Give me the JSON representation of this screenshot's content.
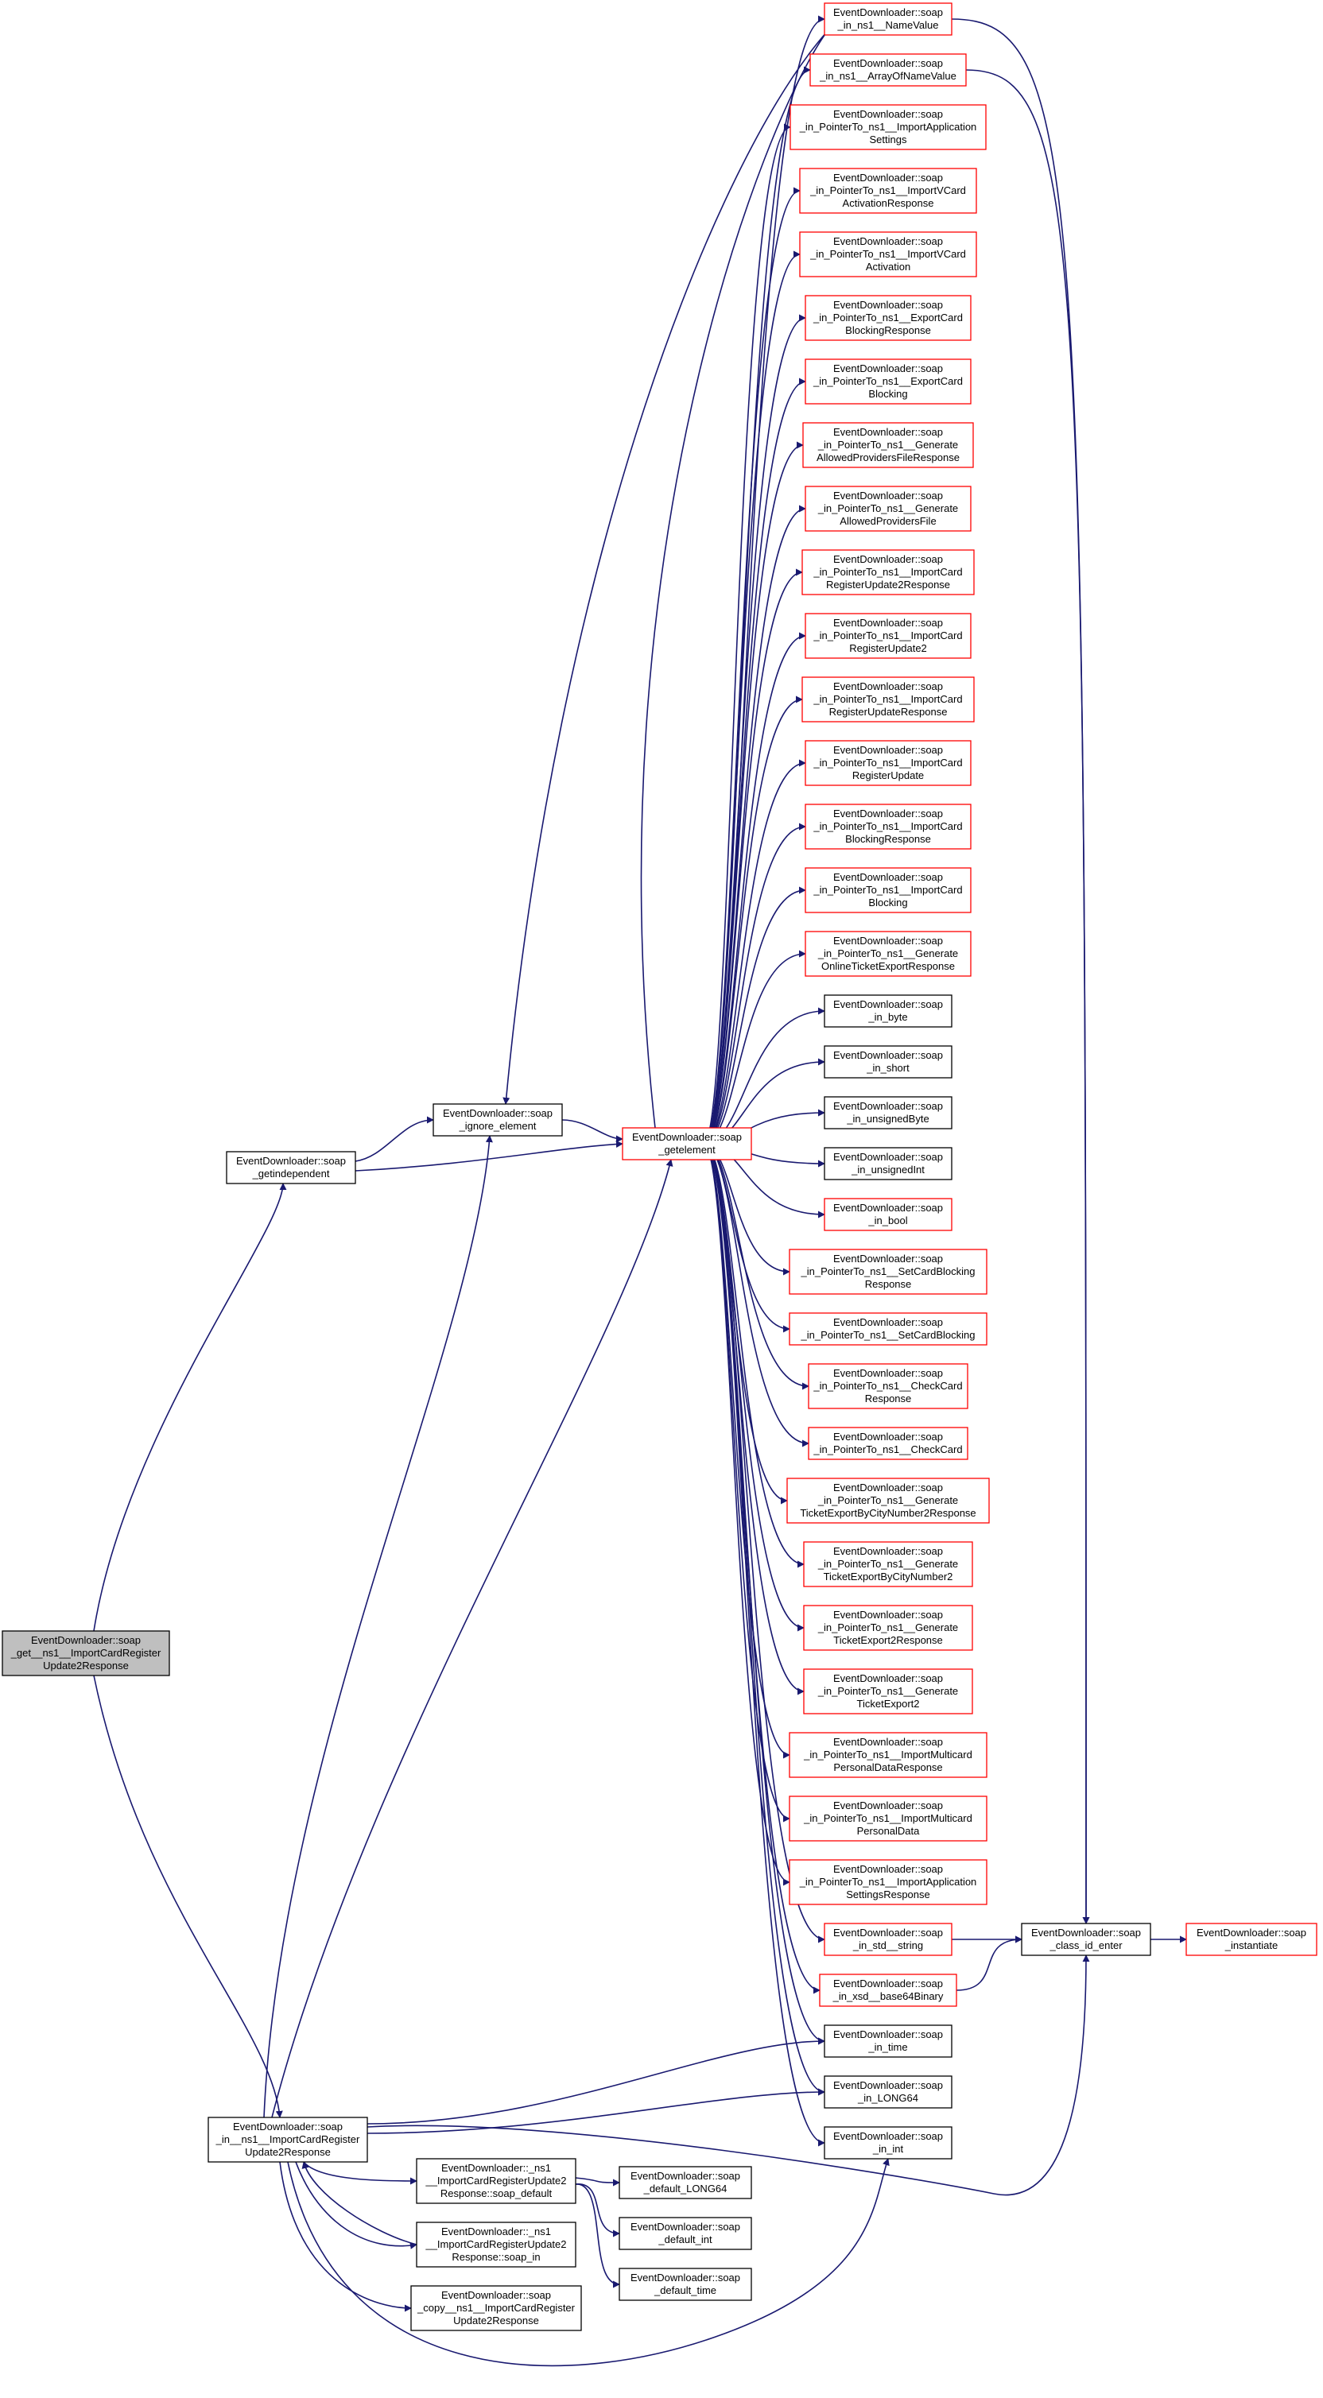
{
  "colors": {
    "edge": "#191970",
    "node_default_border": "#000000",
    "node_truncated_border": "#ff0000",
    "node_focus_fill": "#bfbfbf",
    "node_fill": "#ffffff"
  },
  "nodes": [
    {
      "id": "root",
      "lines": [
        "EventDownloader::soap",
        "_get__ns1__ImportCardRegister",
        "Update2Response"
      ],
      "style": "focus"
    },
    {
      "id": "getindependent",
      "lines": [
        "EventDownloader::soap",
        "_getindependent"
      ],
      "style": "default"
    },
    {
      "id": "ignore",
      "lines": [
        "EventDownloader::soap",
        "_ignore_element"
      ],
      "style": "default"
    },
    {
      "id": "getelement",
      "lines": [
        "EventDownloader::soap",
        "_getelement"
      ],
      "style": "truncated"
    },
    {
      "id": "in_resp",
      "lines": [
        "EventDownloader::soap",
        "_in__ns1__ImportCardRegister",
        "Update2Response"
      ],
      "style": "default"
    },
    {
      "id": "NameValue",
      "lines": [
        "EventDownloader::soap",
        "_in_ns1__NameValue"
      ],
      "style": "truncated"
    },
    {
      "id": "ArrayOfNameValue",
      "lines": [
        "EventDownloader::soap",
        "_in_ns1__ArrayOfNameValue"
      ],
      "style": "truncated"
    },
    {
      "id": "ptrImportAppSettings",
      "lines": [
        "EventDownloader::soap",
        "_in_PointerTo_ns1__ImportApplication",
        "Settings"
      ],
      "style": "truncated"
    },
    {
      "id": "ptrImportVCardActResp",
      "lines": [
        "EventDownloader::soap",
        "_in_PointerTo_ns1__ImportVCard",
        "ActivationResponse"
      ],
      "style": "truncated"
    },
    {
      "id": "ptrImportVCardAct",
      "lines": [
        "EventDownloader::soap",
        "_in_PointerTo_ns1__ImportVCard",
        "Activation"
      ],
      "style": "truncated"
    },
    {
      "id": "ptrExportCardBlockResp",
      "lines": [
        "EventDownloader::soap",
        "_in_PointerTo_ns1__ExportCard",
        "BlockingResponse"
      ],
      "style": "truncated"
    },
    {
      "id": "ptrExportCardBlock",
      "lines": [
        "EventDownloader::soap",
        "_in_PointerTo_ns1__ExportCard",
        "Blocking"
      ],
      "style": "truncated"
    },
    {
      "id": "ptrGenAllowedResp",
      "lines": [
        "EventDownloader::soap",
        "_in_PointerTo_ns1__Generate",
        "AllowedProvidersFileResponse"
      ],
      "style": "truncated"
    },
    {
      "id": "ptrGenAllowed",
      "lines": [
        "EventDownloader::soap",
        "_in_PointerTo_ns1__Generate",
        "AllowedProvidersFile"
      ],
      "style": "truncated"
    },
    {
      "id": "ptrImpCardRegUpd2Resp",
      "lines": [
        "EventDownloader::soap",
        "_in_PointerTo_ns1__ImportCard",
        "RegisterUpdate2Response"
      ],
      "style": "truncated"
    },
    {
      "id": "ptrImpCardRegUpd2",
      "lines": [
        "EventDownloader::soap",
        "_in_PointerTo_ns1__ImportCard",
        "RegisterUpdate2"
      ],
      "style": "truncated"
    },
    {
      "id": "ptrImpCardRegUpdResp",
      "lines": [
        "EventDownloader::soap",
        "_in_PointerTo_ns1__ImportCard",
        "RegisterUpdateResponse"
      ],
      "style": "truncated"
    },
    {
      "id": "ptrImpCardRegUpd",
      "lines": [
        "EventDownloader::soap",
        "_in_PointerTo_ns1__ImportCard",
        "RegisterUpdate"
      ],
      "style": "truncated"
    },
    {
      "id": "ptrImpCardBlockResp",
      "lines": [
        "EventDownloader::soap",
        "_in_PointerTo_ns1__ImportCard",
        "BlockingResponse"
      ],
      "style": "truncated"
    },
    {
      "id": "ptrImpCardBlock",
      "lines": [
        "EventDownloader::soap",
        "_in_PointerTo_ns1__ImportCard",
        "Blocking"
      ],
      "style": "truncated"
    },
    {
      "id": "ptrGenOnlineTicket",
      "lines": [
        "EventDownloader::soap",
        "_in_PointerTo_ns1__Generate",
        "OnlineTicketExportResponse"
      ],
      "style": "truncated"
    },
    {
      "id": "in_byte",
      "lines": [
        "EventDownloader::soap",
        "_in_byte"
      ],
      "style": "default"
    },
    {
      "id": "in_short",
      "lines": [
        "EventDownloader::soap",
        "_in_short"
      ],
      "style": "default"
    },
    {
      "id": "in_unsignedByte",
      "lines": [
        "EventDownloader::soap",
        "_in_unsignedByte"
      ],
      "style": "default"
    },
    {
      "id": "in_unsignedInt",
      "lines": [
        "EventDownloader::soap",
        "_in_unsignedInt"
      ],
      "style": "default"
    },
    {
      "id": "in_bool",
      "lines": [
        "EventDownloader::soap",
        "_in_bool"
      ],
      "style": "truncated"
    },
    {
      "id": "ptrSetCardBlockResp",
      "lines": [
        "EventDownloader::soap",
        "_in_PointerTo_ns1__SetCardBlocking",
        "Response"
      ],
      "style": "truncated"
    },
    {
      "id": "ptrSetCardBlock",
      "lines": [
        "EventDownloader::soap",
        "_in_PointerTo_ns1__SetCardBlocking"
      ],
      "style": "truncated"
    },
    {
      "id": "ptrCheckCardResp",
      "lines": [
        "EventDownloader::soap",
        "_in_PointerTo_ns1__CheckCard",
        "Response"
      ],
      "style": "truncated"
    },
    {
      "id": "ptrCheckCard",
      "lines": [
        "EventDownloader::soap",
        "_in_PointerTo_ns1__CheckCard"
      ],
      "style": "truncated"
    },
    {
      "id": "ptrGenTicketCity2Resp",
      "lines": [
        "EventDownloader::soap",
        "_in_PointerTo_ns1__Generate",
        "TicketExportByCityNumber2Response"
      ],
      "style": "truncated"
    },
    {
      "id": "ptrGenTicketCity2",
      "lines": [
        "EventDownloader::soap",
        "_in_PointerTo_ns1__Generate",
        "TicketExportByCityNumber2"
      ],
      "style": "truncated"
    },
    {
      "id": "ptrGenTicketExp2Resp",
      "lines": [
        "EventDownloader::soap",
        "_in_PointerTo_ns1__Generate",
        "TicketExport2Response"
      ],
      "style": "truncated"
    },
    {
      "id": "ptrGenTicketExp2",
      "lines": [
        "EventDownloader::soap",
        "_in_PointerTo_ns1__Generate",
        "TicketExport2"
      ],
      "style": "truncated"
    },
    {
      "id": "ptrImpMultiPDResp",
      "lines": [
        "EventDownloader::soap",
        "_in_PointerTo_ns1__ImportMulticard",
        "PersonalDataResponse"
      ],
      "style": "truncated"
    },
    {
      "id": "ptrImpMultiPD",
      "lines": [
        "EventDownloader::soap",
        "_in_PointerTo_ns1__ImportMulticard",
        "PersonalData"
      ],
      "style": "truncated"
    },
    {
      "id": "ptrImpAppSettingsResp",
      "lines": [
        "EventDownloader::soap",
        "_in_PointerTo_ns1__ImportApplication",
        "SettingsResponse"
      ],
      "style": "truncated"
    },
    {
      "id": "in_std_string",
      "lines": [
        "EventDownloader::soap",
        "_in_std__string"
      ],
      "style": "truncated"
    },
    {
      "id": "in_base64",
      "lines": [
        "EventDownloader::soap",
        "_in_xsd__base64Binary"
      ],
      "style": "truncated"
    },
    {
      "id": "in_time",
      "lines": [
        "EventDownloader::soap",
        "_in_time"
      ],
      "style": "default"
    },
    {
      "id": "in_LONG64",
      "lines": [
        "EventDownloader::soap",
        "_in_LONG64"
      ],
      "style": "default"
    },
    {
      "id": "in_int",
      "lines": [
        "EventDownloader::soap",
        "_in_int"
      ],
      "style": "default"
    },
    {
      "id": "class_id_enter",
      "lines": [
        "EventDownloader::soap",
        "_class_id_enter"
      ],
      "style": "default"
    },
    {
      "id": "instantiate",
      "lines": [
        "EventDownloader::soap",
        "_instantiate"
      ],
      "style": "truncated"
    },
    {
      "id": "soap_default",
      "lines": [
        "EventDownloader::_ns1",
        "__ImportCardRegisterUpdate2",
        "Response::soap_default"
      ],
      "style": "default"
    },
    {
      "id": "soap_in",
      "lines": [
        "EventDownloader::_ns1",
        "__ImportCardRegisterUpdate2",
        "Response::soap_in"
      ],
      "style": "default"
    },
    {
      "id": "copy",
      "lines": [
        "EventDownloader::soap",
        "_copy__ns1__ImportCardRegister",
        "Update2Response"
      ],
      "style": "default"
    },
    {
      "id": "default_LONG64",
      "lines": [
        "EventDownloader::soap",
        "_default_LONG64"
      ],
      "style": "default"
    },
    {
      "id": "default_int",
      "lines": [
        "EventDownloader::soap",
        "_default_int"
      ],
      "style": "default"
    },
    {
      "id": "default_time",
      "lines": [
        "EventDownloader::soap",
        "_default_time"
      ],
      "style": "default"
    }
  ],
  "edges": [
    [
      "root",
      "getindependent"
    ],
    [
      "root",
      "in_resp"
    ],
    [
      "getindependent",
      "ignore"
    ],
    [
      "getindependent",
      "getelement"
    ],
    [
      "ignore",
      "getelement"
    ],
    [
      "getelement",
      "NameValue"
    ],
    [
      "getelement",
      "ArrayOfNameValue"
    ],
    [
      "getelement",
      "ptrImportAppSettings"
    ],
    [
      "getelement",
      "ptrImportVCardActResp"
    ],
    [
      "getelement",
      "ptrImportVCardAct"
    ],
    [
      "getelement",
      "ptrExportCardBlockResp"
    ],
    [
      "getelement",
      "ptrExportCardBlock"
    ],
    [
      "getelement",
      "ptrGenAllowedResp"
    ],
    [
      "getelement",
      "ptrGenAllowed"
    ],
    [
      "getelement",
      "ptrImpCardRegUpd2Resp"
    ],
    [
      "getelement",
      "ptrImpCardRegUpd2"
    ],
    [
      "getelement",
      "ptrImpCardRegUpdResp"
    ],
    [
      "getelement",
      "ptrImpCardRegUpd"
    ],
    [
      "getelement",
      "ptrImpCardBlockResp"
    ],
    [
      "getelement",
      "ptrImpCardBlock"
    ],
    [
      "getelement",
      "ptrGenOnlineTicket"
    ],
    [
      "getelement",
      "in_byte"
    ],
    [
      "getelement",
      "in_short"
    ],
    [
      "getelement",
      "in_unsignedByte"
    ],
    [
      "getelement",
      "in_unsignedInt"
    ],
    [
      "getelement",
      "in_bool"
    ],
    [
      "getelement",
      "ptrSetCardBlockResp"
    ],
    [
      "getelement",
      "ptrSetCardBlock"
    ],
    [
      "getelement",
      "ptrCheckCardResp"
    ],
    [
      "getelement",
      "ptrCheckCard"
    ],
    [
      "getelement",
      "ptrGenTicketCity2Resp"
    ],
    [
      "getelement",
      "ptrGenTicketCity2"
    ],
    [
      "getelement",
      "ptrGenTicketExp2Resp"
    ],
    [
      "getelement",
      "ptrGenTicketExp2"
    ],
    [
      "getelement",
      "ptrImpMultiPDResp"
    ],
    [
      "getelement",
      "ptrImpMultiPD"
    ],
    [
      "getelement",
      "ptrImpAppSettingsResp"
    ],
    [
      "getelement",
      "in_std_string"
    ],
    [
      "getelement",
      "in_base64"
    ],
    [
      "getelement",
      "in_time"
    ],
    [
      "getelement",
      "in_LONG64"
    ],
    [
      "getelement",
      "in_int"
    ],
    [
      "getelement",
      "ignore"
    ],
    [
      "NameValue",
      "class_id_enter"
    ],
    [
      "ArrayOfNameValue",
      "class_id_enter"
    ],
    [
      "in_std_string",
      "class_id_enter"
    ],
    [
      "in_base64",
      "class_id_enter"
    ],
    [
      "class_id_enter",
      "instantiate"
    ],
    [
      "in_resp",
      "ignore"
    ],
    [
      "in_resp",
      "getelement"
    ],
    [
      "in_resp",
      "in_time"
    ],
    [
      "in_resp",
      "in_LONG64"
    ],
    [
      "in_resp",
      "class_id_enter"
    ],
    [
      "in_resp",
      "soap_default"
    ],
    [
      "in_resp",
      "soap_in"
    ],
    [
      "in_resp",
      "copy"
    ],
    [
      "in_resp",
      "in_int"
    ],
    [
      "soap_in",
      "in_resp"
    ],
    [
      "soap_default",
      "default_LONG64"
    ],
    [
      "soap_default",
      "default_int"
    ],
    [
      "soap_default",
      "default_time"
    ]
  ]
}
